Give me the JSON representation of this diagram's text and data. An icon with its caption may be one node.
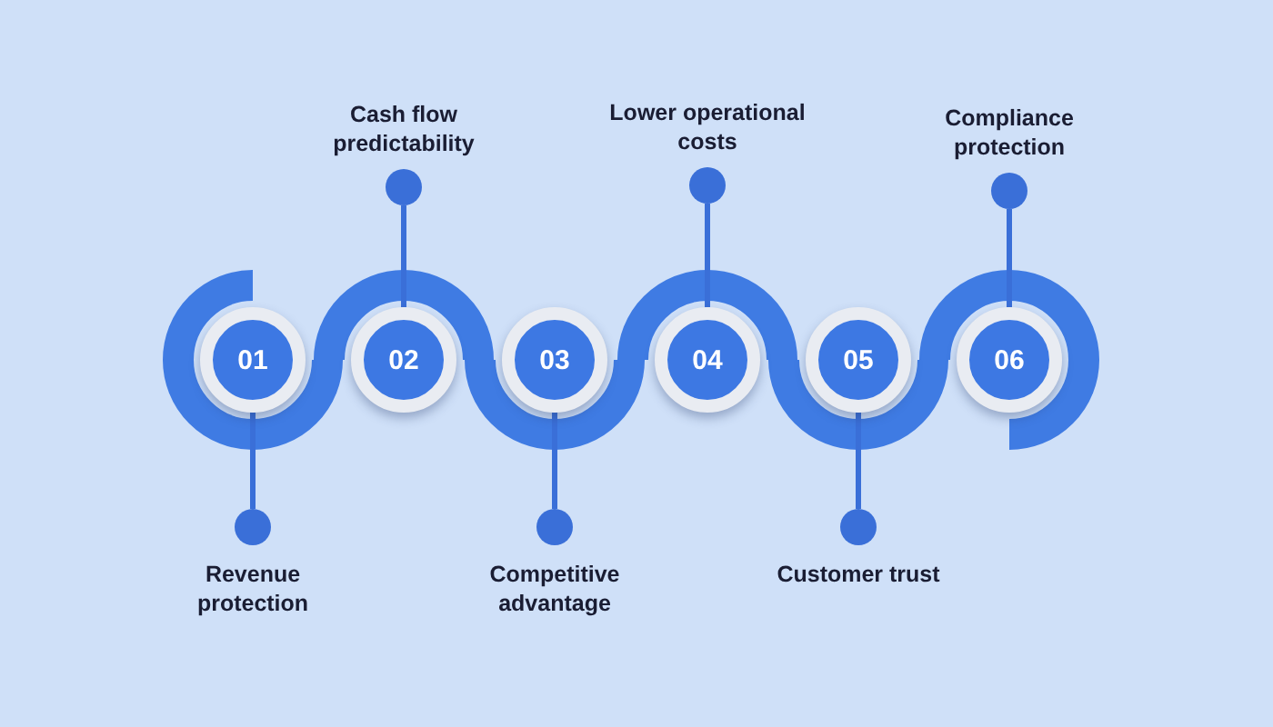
{
  "diagram": {
    "nodes": [
      {
        "text": [
          "01"
        ]
      },
      {
        "text": [
          "02"
        ]
      },
      {
        "text": [
          "03"
        ]
      },
      {
        "text": [
          "04"
        ]
      },
      {
        "text": [
          "05"
        ]
      },
      {
        "text": [
          "06"
        ]
      },
      {
        "text": [],
        "shape": "circle",
        "beside": [
          "Revenue protection"
        ]
      },
      {
        "text": [],
        "shape": "circle",
        "beside": [
          "Cash flow predictability"
        ]
      },
      {
        "text": [],
        "shape": "circle",
        "beside": [
          "Competitive advantage"
        ]
      },
      {
        "text": [],
        "shape": "circle",
        "beside": [
          "Lower operational costs"
        ]
      },
      {
        "text": [],
        "shape": "circle",
        "beside": [
          "Customer trust"
        ]
      },
      {
        "text": [],
        "shape": "circle",
        "beside": [
          "Compliance protection"
        ]
      }
    ],
    "edges": [
      {
        "from": 0,
        "to": 6,
        "arrow": "none"
      },
      {
        "from": 1,
        "to": 7,
        "arrow": "none"
      },
      {
        "from": 2,
        "to": 8,
        "arrow": "none"
      },
      {
        "from": 3,
        "to": 9,
        "arrow": "none"
      },
      {
        "from": 4,
        "to": 10,
        "arrow": "none"
      },
      {
        "from": 5,
        "to": 11,
        "arrow": "none"
      }
    ]
  }
}
